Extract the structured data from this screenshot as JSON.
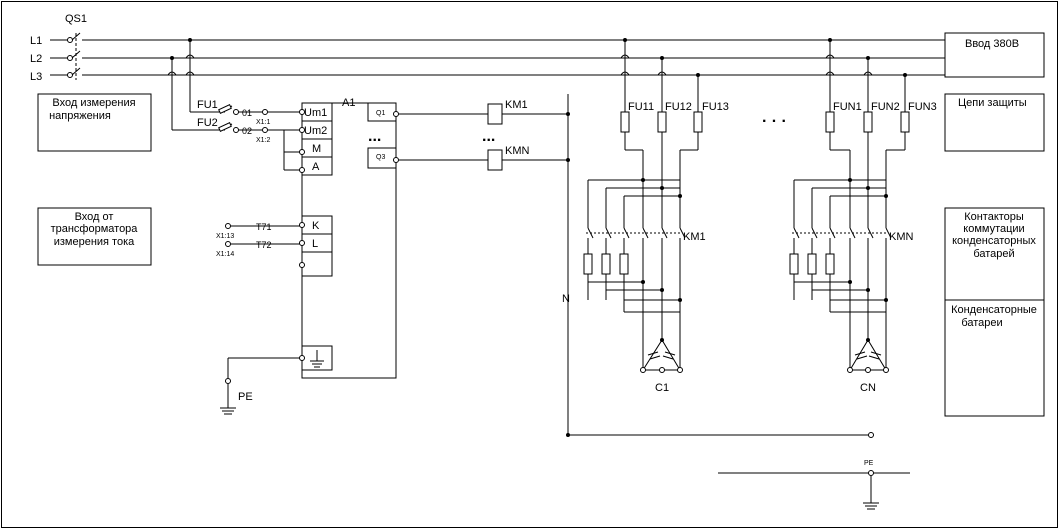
{
  "switch": {
    "qs": "QS1"
  },
  "lines": [
    "L1",
    "L2",
    "L3"
  ],
  "boxes": {
    "input_380": "Ввод 380В",
    "voltage_input": [
      "Вход измерения",
      "напряжения"
    ],
    "ct_input": [
      "Вход от",
      "трансформатора",
      "измерения тока"
    ],
    "protection": "Цепи защиты",
    "contactors": [
      "Контакторы",
      "коммутации",
      "конденсаторных",
      "батарей"
    ],
    "capacitor_banks": [
      "Конденсаторные",
      "батареи"
    ]
  },
  "controller": {
    "name": "A1",
    "terminals": [
      "Um1",
      "Um2",
      "M",
      "A",
      "K",
      "L"
    ],
    "outputs": [
      "Q1",
      "Q3"
    ]
  },
  "fuses": {
    "fu1": "FU1",
    "fu2": "FU2"
  },
  "terminal_labels": {
    "t01": "01",
    "t02": "02",
    "x11": "X1:1",
    "x12": "X1:2",
    "t71": "T71",
    "t72": "T72",
    "x113": "X1:13",
    "x114": "X1:14"
  },
  "coils": [
    "KM1",
    "KMN"
  ],
  "protection_fuses": {
    "bank1": [
      "FU11",
      "FU12",
      "FU13"
    ],
    "bankN": [
      "FUN1",
      "FUN2",
      "FUN3"
    ]
  },
  "contactor_labels": [
    "KM1",
    "KMN"
  ],
  "capacitors": [
    "C1",
    "CN"
  ],
  "neutral": "N",
  "earth": [
    "PE",
    "PE"
  ],
  "ellipsis": "...",
  "ellipsis_mid": "· · ·"
}
